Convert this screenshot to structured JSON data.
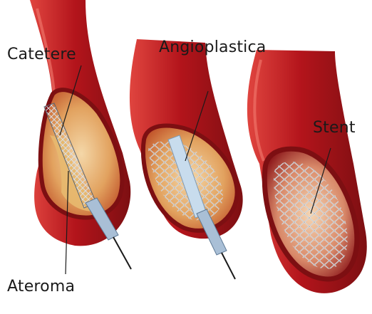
{
  "labels": {
    "catheter": "Catetere",
    "angioplasty": "Angioplastica",
    "stent": "Stent",
    "atheroma": "Ateroma"
  },
  "colors": {
    "artery_outer": "#b3141b",
    "artery_highlight": "#e0453f",
    "lumen_wall": "#7d0f12",
    "plaque": "#e7b96f",
    "stent_mesh": "#eef2f6",
    "catheter": "#a9bfd6",
    "leader_line": "#1a1a1a"
  },
  "panels": [
    {
      "stage": "catheter",
      "icon": "catheter-icon"
    },
    {
      "stage": "angioplasty",
      "icon": "balloon-icon"
    },
    {
      "stage": "stent",
      "icon": "stent-mesh-icon"
    }
  ]
}
